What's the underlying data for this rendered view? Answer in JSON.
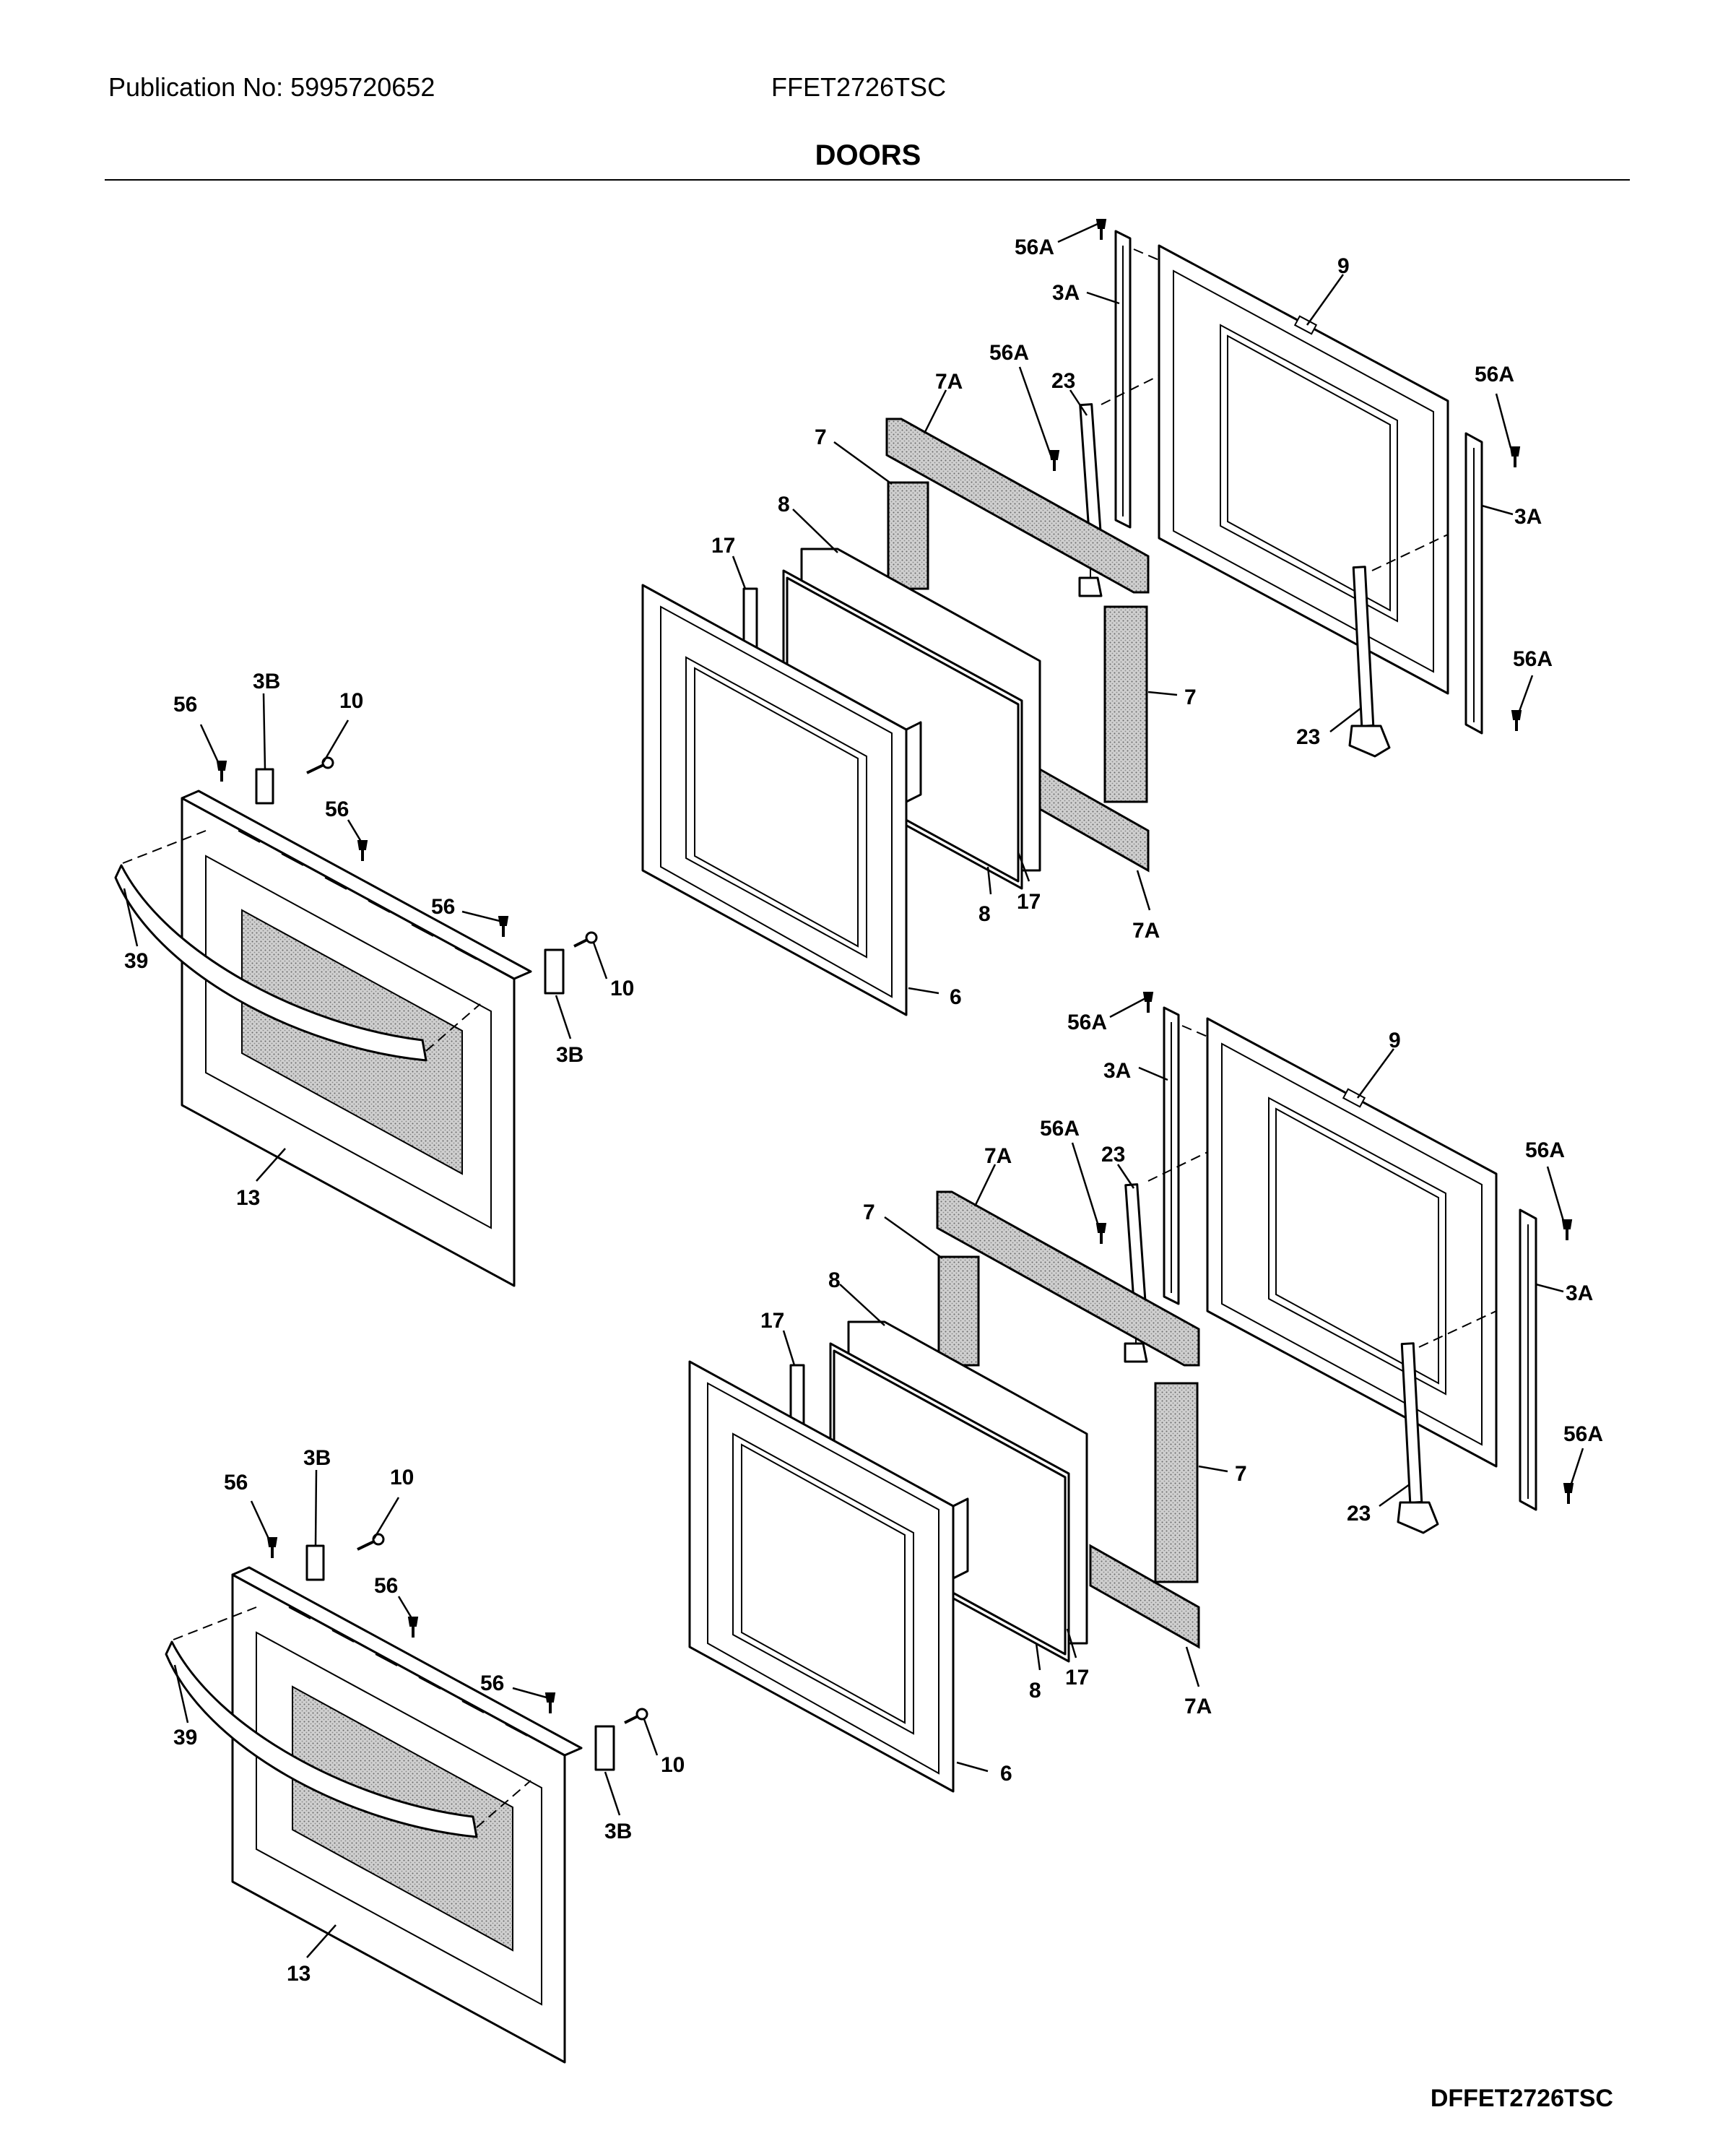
{
  "header": {
    "publication": "Publication No: 5995720652",
    "model": "FFET2726TSC",
    "section_title": "DOORS"
  },
  "footer": {
    "diagram_code": "DFFET2726TSC"
  },
  "upper_door_labels": {
    "screw_56A_top": "56A",
    "hinge_channel_3A_left": "3A",
    "liner_9": "9",
    "screw_56A_hinge": "56A",
    "hinge_23_upper": "23",
    "screw_56A_right_top": "56A",
    "gasket_7A_top": "7A",
    "insulation_7_left": "7",
    "channel_3A_right": "3A",
    "glass_8_top": "8",
    "bracket_17_top": "17",
    "screw_56A_right_bottom": "56A",
    "insulation_7_right": "7",
    "hinge_23_lower": "23",
    "glass_8_bottom": "8",
    "bracket_17_bottom": "17",
    "gasket_7A_bottom": "7A",
    "inner_door_6": "6"
  },
  "upper_outer_labels": {
    "screw_56_a": "56",
    "clip_3B_top": "3B",
    "screw_10_top": "10",
    "screw_56_b": "56",
    "screw_56_c": "56",
    "handle_39": "39",
    "screw_10_bottom": "10",
    "clip_3B_bottom": "3B",
    "outer_door_13": "13"
  },
  "lower_door_labels": {
    "screw_56A_top": "56A",
    "hinge_channel_3A_left": "3A",
    "liner_9": "9",
    "screw_56A_hinge": "56A",
    "hinge_23_upper": "23",
    "screw_56A_right_top": "56A",
    "gasket_7A_top": "7A",
    "insulation_7_left": "7",
    "channel_3A_right": "3A",
    "glass_8_top": "8",
    "bracket_17_top": "17",
    "screw_56A_right_bottom": "56A",
    "insulation_7_right": "7",
    "hinge_23_lower": "23",
    "glass_8_bottom": "8",
    "bracket_17_bottom": "17",
    "gasket_7A_bottom": "7A",
    "inner_door_6": "6"
  },
  "lower_outer_labels": {
    "screw_56_a": "56",
    "clip_3B_top": "3B",
    "screw_10_top": "10",
    "screw_56_b": "56",
    "screw_56_c": "56",
    "handle_39": "39",
    "screw_10_bottom": "10",
    "clip_3B_bottom": "3B",
    "outer_door_13": "13"
  }
}
